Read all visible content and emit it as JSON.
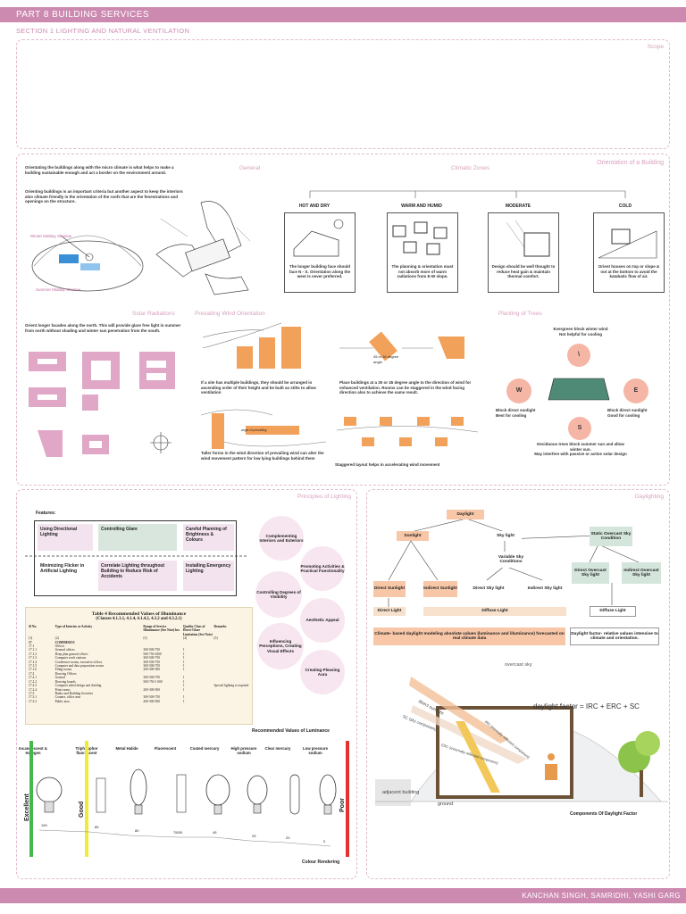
{
  "header": {
    "title": "PART 8 BUILDING SERVICES",
    "section": "SECTION 1  LIGHTING AND NATURAL VENTILATION"
  },
  "scope": {
    "title": "Scope"
  },
  "orientation": {
    "title": "Orientation of a Building",
    "general_label": "General",
    "para1": "Orientating the buildings along with the micro climate is what helps to make a building sustainable enough and act a border on the environment around.",
    "para2": "Orienting buildings is an important criteria but another aspect to keep the interiors also climate friendly is the orientation of the roofs that are the fenestrations and openings on the structure.",
    "diagram_labels": {
      "winter": "Winter Midday Shadow",
      "summer": "Summer Midday Shadow"
    },
    "climatic_zones_label": "Climatic Zones",
    "zones": [
      {
        "name": "HOT AND DRY",
        "text": "The longer building face should face N - S. Orientation along the west is never preferred."
      },
      {
        "name": "WARM AND HUMID",
        "text": "The planning & orientation must not absorb more of warm radiations from E-W slope."
      },
      {
        "name": "MODERATE",
        "text": "Design should be well thought to reduce heat gain & maintain thermal comfort."
      },
      {
        "name": "COLD",
        "text": "Orient houses on top or slope & not at the bottom to avoid the katabatic flow of air."
      }
    ]
  },
  "solar": {
    "title": "Solar Radiations",
    "text": "Orient longer facades along the north. This will provide glare free light in summer from north without shading and winter sun penetration from the south."
  },
  "wind": {
    "title": "Prevailing Wind Orientation",
    "t1": "If a site has multiple buildings, they should be arranged in ascending order of their height and be built as stilts to allow ventilation",
    "t2": "Place buildings at a 30 or 45 degree angle to the direction of wind for enhanced ventilation. Rooms can be staggered in the wind facing direction also to achieve the same result.",
    "t3": "Taller forms in the wind direction of prevailing wind can alter the wind movement pattern for low lying buildings behind them",
    "t4": "Staggered layout helps in accelerating wind movement",
    "angle_label": "45 or 30 degree",
    "angle_sub": "angle",
    "wind_label": "angle of prevailing"
  },
  "trees": {
    "title": "Planting of Trees",
    "north": "Evergreen block winter wind\nNot helpful for cooling",
    "west": "Block direct sunlight\nBest for cooling",
    "east": "Block direct sunlight\nGood for cooling",
    "south": "Deciduous trees block summer sun and allow winter sun.\nMay interfere with passive or active solar design",
    "w": "W",
    "e": "E",
    "s": "S",
    "n": "\\"
  },
  "lighting": {
    "title": "Principles of Lighting",
    "features": "Features:",
    "boxes": [
      "Using Directional Lighting",
      "Controlling Glare",
      "Careful Planning of Brightness & Colours",
      "Minimizing Flicker in Artificial Lighting",
      "Correlate Lighting throughout Building to Reduce Risk of Accidents",
      "Installing Emergency Lighting"
    ],
    "circles": [
      "Complementing Interiors and Exteriors",
      "Promoting Activities & Practical Functionality",
      "Controlling Degrees of Visibility",
      "Aesthetic Appeal",
      "Influencing Perceptions, Creating Visual Effects",
      "Creating Pleasing Aura"
    ],
    "table_title": "Table 4 Recommended Values of Illuminance",
    "table_subtitle": "(Clauses 4.1.3.1, 4.1.4, 4.1.4.2, 4.3.2 and 4.3.2.1)",
    "table_cols": [
      "Sl No.",
      "Type of Interior or Activity",
      "Range of Service Illuminance (See Note) lux",
      "Quality Class of Direct Glare Limitation (See Note)",
      "Remarks"
    ],
    "table_colnums": [
      "(1)",
      "(2)",
      "(3)",
      "(4)",
      "(5)"
    ],
    "table_rows": [
      [
        "17",
        "COMMERCE",
        "",
        "",
        ""
      ],
      [
        "17.1",
        "Offices",
        "",
        "",
        ""
      ],
      [
        "17.1.1",
        "General offices",
        "300-500-750",
        "1",
        ""
      ],
      [
        "17.1.2",
        "Deep plan general offices",
        "500-750-1000",
        "1",
        ""
      ],
      [
        "17.1.3",
        "Computer work stations",
        "300-500-750",
        "1",
        ""
      ],
      [
        "17.1.4",
        "Conference rooms, executive offices",
        "300-500-750",
        "1",
        ""
      ],
      [
        "17.1.5",
        "Computer and data preparation rooms",
        "300-500-750",
        "1",
        ""
      ],
      [
        "17.1.6",
        "Filing rooms",
        "200-300-500",
        "1",
        ""
      ],
      [
        "17.2",
        "Drawing Offices",
        "",
        "",
        ""
      ],
      [
        "17.2.1",
        "General",
        "300-500-750",
        "1",
        ""
      ],
      [
        "17.2.2",
        "Drawing boards",
        "500-750-1 000",
        "1",
        ""
      ],
      [
        "17.2.3",
        "Computer aided design and drafting",
        "",
        "1",
        "Special lighting is required"
      ],
      [
        "17.2.4",
        "Print rooms",
        "200-300-500",
        "1",
        ""
      ],
      [
        "17.3",
        "Banks and Building Societies",
        "",
        "",
        ""
      ],
      [
        "17.3.1",
        "Counter, office area",
        "300-500-750",
        "1",
        ""
      ],
      [
        "17.3.2",
        "Public area",
        "200-300-500",
        "1",
        ""
      ]
    ],
    "luminance_caption": "Recommended Values of Luminance",
    "lamps": [
      "Incandescent & Halogen",
      "Triphosphor fluorescent",
      "Metal Halide",
      "Fluorescent",
      "Coated mercury",
      "High pressure sodium",
      "Clear mercury",
      "Low pressure sodium"
    ],
    "cri_values": [
      "100",
      "85",
      "80",
      "75/50",
      "45",
      "25",
      "20",
      "0"
    ],
    "scale_excellent": "Excellent",
    "scale_good": "Good",
    "scale_poor": "Poor",
    "colour_rendering": "Colour Rendering"
  },
  "daylighting": {
    "title": "Daylighting",
    "nodes": {
      "daylight": "Daylight",
      "sunlight": "Sunlight",
      "skylight": "Sky light",
      "static": "Static Overcast Sky Condition",
      "variable": "Variable Sky Conditions",
      "direct_sun": "Direct Sunlight",
      "indirect_sun": "Indirect Sunlight",
      "direct_sky": "Direct Sky light",
      "indirect_sky": "Indirect Sky light",
      "direct_overcast": "Direct Overcast Sky light",
      "indirect_overcast": "Indirect Overcast Sky light",
      "direct_light": "Direct Light",
      "diffuse_light": "Diffuse Light",
      "diffuse_light2": "Diffuse Light",
      "climate_based": "Climate- based daylight modeling absolute values (luminance and illuminance) forecasted on real climate data",
      "factor_note": "Daylight factor- relative values intensive to climate and orientation."
    },
    "diagram": {
      "overcast": "overcast sky",
      "formula": "daylight factor = IRC + ERC + SC",
      "direct_sunlight": "direct sunlight",
      "sc": "SC (sky component)",
      "erc": "ERC (externally reflected component)",
      "irc": "IRC (internally reflected component)",
      "adjacent": "adjacent building",
      "ground": "ground"
    },
    "caption": "Components Of Daylight Factor"
  },
  "footer": {
    "authors": "KANCHAN SINGH, SAMRIDHI, YASHI GARG"
  }
}
